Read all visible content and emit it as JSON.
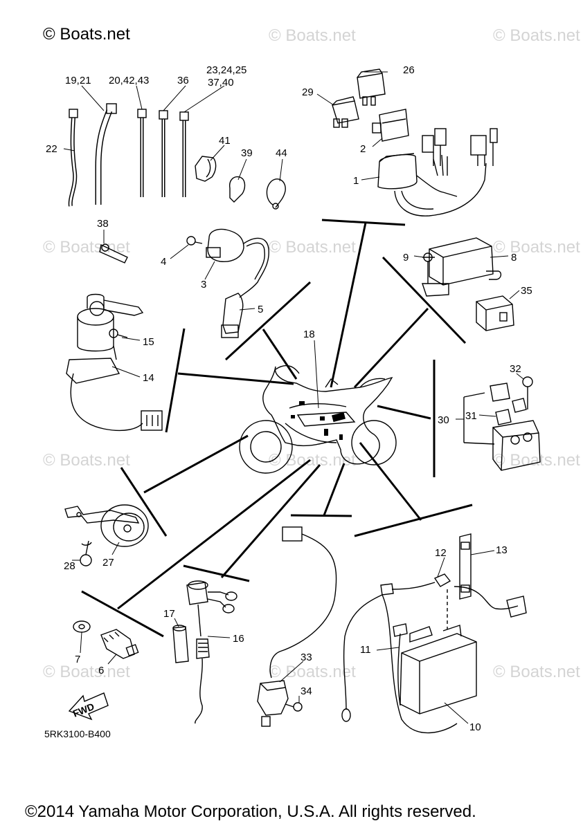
{
  "header": {
    "copyright": "© Boats.net"
  },
  "watermark": "© Boats.net",
  "diagram_code": "5RK3100-B400",
  "fwd_arrow": "FWD",
  "footer": {
    "copyright": "©2014 Yamaha Motor Corporation, U.S.A. All rights reserved."
  },
  "callouts": {
    "c1": "1",
    "c2": "2",
    "c3": "3",
    "c4": "4",
    "c5": "5",
    "c6": "6",
    "c7": "7",
    "c8": "8",
    "c9": "9",
    "c10": "10",
    "c11": "11",
    "c12": "12",
    "c13": "13",
    "c14": "14",
    "c15": "15",
    "c16": "16",
    "c17": "17",
    "c18": "18",
    "c19_21": "19,21",
    "c20_42_43": "20,42,43",
    "c22": "22",
    "c23_24_25": "23,24,25",
    "c37_40": "37,40",
    "c26": "26",
    "c27": "27",
    "c28": "28",
    "c29": "29",
    "c30": "30",
    "c31": "31",
    "c32": "32",
    "c33": "33",
    "c34": "34",
    "c35": "35",
    "c36": "36",
    "c38": "38",
    "c39": "39",
    "c41": "41",
    "c44": "44"
  }
}
